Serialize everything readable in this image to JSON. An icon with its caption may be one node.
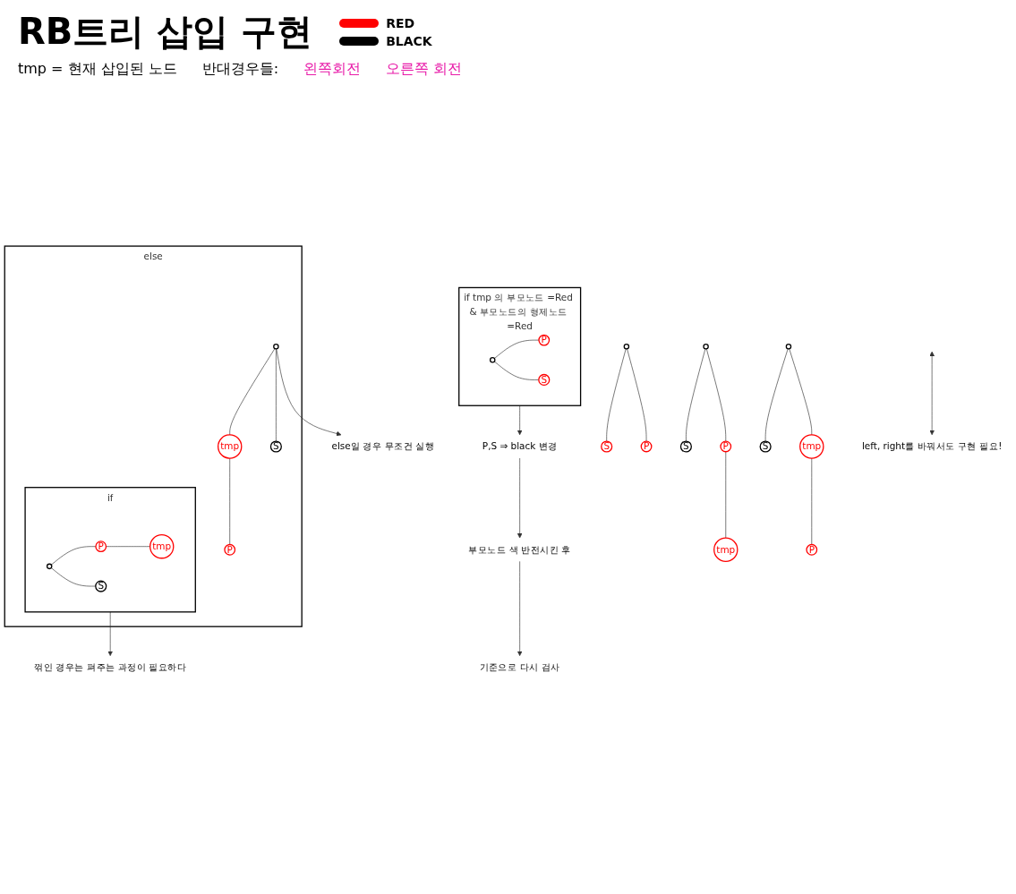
{
  "diagram": {
    "title": "RB트리 삽입 구현",
    "nodes": [
      {
        "text": [
          "if tmp 의 부모노드 =Red & 부모노드의 형제노드 =Red"
        ]
      },
      {
        "text": [],
        "shape": "circle",
        "in": 0
      },
      {
        "text": [
          "P"
        ],
        "in": 0
      },
      {
        "text": [
          "S"
        ],
        "in": 0
      },
      {
        "text": [
          "P,S ⇒ black 변경"
        ]
      },
      {
        "text": [
          "부모노드 색 반전시킨 후"
        ]
      },
      {
        "text": [
          "기준으로 다시 검사"
        ]
      },
      {
        "text": [
          "else"
        ]
      },
      {
        "text": [
          "if"
        ],
        "in": 7
      },
      {
        "text": [],
        "shape": "circle",
        "in": 8
      },
      {
        "text": [
          "P"
        ],
        "in": 8
      },
      {
        "text": [
          "S"
        ],
        "in": 8
      },
      {
        "text": [
          "tmp"
        ],
        "in": 8
      },
      {
        "text": [
          "꺾인 경우는 펴주는 과정이 필요하다"
        ]
      },
      {
        "text": [],
        "shape": "circle",
        "in": 7
      },
      {
        "text": [
          "tmp"
        ],
        "in": 7
      },
      {
        "text": [
          "S"
        ],
        "in": 7
      },
      {
        "text": [
          "P"
        ],
        "in": 7
      },
      {
        "text": [
          "else일 경우 무조건 실행"
        ]
      },
      {
        "text": [
          "left, right를 바꿔서도 구현 필요!"
        ]
      },
      {
        "text": [],
        "shape": "circle"
      },
      {
        "text": [
          "S"
        ]
      },
      {
        "text": [
          "P"
        ]
      },
      {
        "text": [],
        "shape": "circle"
      },
      {
        "text": [
          "S"
        ]
      },
      {
        "text": [
          "P"
        ]
      },
      {
        "text": [
          "tmp"
        ]
      },
      {
        "text": [],
        "shape": "circle"
      },
      {
        "text": [
          "S"
        ]
      },
      {
        "text": [
          "tmp"
        ]
      },
      {
        "text": [
          "P"
        ]
      }
    ],
    "edges": [
      {
        "from": 1,
        "to": 2,
        "arrow": "none"
      },
      {
        "from": 1,
        "to": 3,
        "arrow": "none"
      },
      {
        "from": 0,
        "to": 4,
        "arrow": "to"
      },
      {
        "from": 4,
        "to": 5,
        "arrow": "to"
      },
      {
        "from": 5,
        "to": 6,
        "arrow": "to"
      },
      {
        "from": 9,
        "to": 10,
        "arrow": "none"
      },
      {
        "from": 9,
        "to": 11,
        "arrow": "none"
      },
      {
        "from": 10,
        "to": 12,
        "arrow": "none"
      },
      {
        "from": 8,
        "to": 13,
        "arrow": "to"
      },
      {
        "from": 14,
        "to": 15,
        "arrow": "none"
      },
      {
        "from": 14,
        "to": 16,
        "arrow": "none"
      },
      {
        "from": 15,
        "to": 17,
        "arrow": "none"
      },
      {
        "from": 14,
        "to": 18,
        "arrow": "to"
      },
      {
        "from": null,
        "to": 19,
        "arrow": "both"
      },
      {
        "from": 20,
        "to": 21,
        "arrow": "none"
      },
      {
        "from": 20,
        "to": 22,
        "arrow": "none"
      },
      {
        "from": 23,
        "to": 24,
        "arrow": "none"
      },
      {
        "from": 23,
        "to": 25,
        "arrow": "none"
      },
      {
        "from": 25,
        "to": 26,
        "arrow": "none"
      },
      {
        "from": 27,
        "to": 28,
        "arrow": "none"
      },
      {
        "from": 27,
        "to": 29,
        "arrow": "none"
      },
      {
        "from": 29,
        "to": 30,
        "arrow": "none"
      }
    ],
    "labels": [
      "tmp = 현재 삽입된 노드",
      "반대경우들:",
      "왼쪽회전",
      "오른쪽 회전"
    ],
    "legend": [
      {
        "text": "RED",
        "color": "#ff0000"
      },
      {
        "text": "BLACK",
        "color": "#000000"
      }
    ]
  }
}
